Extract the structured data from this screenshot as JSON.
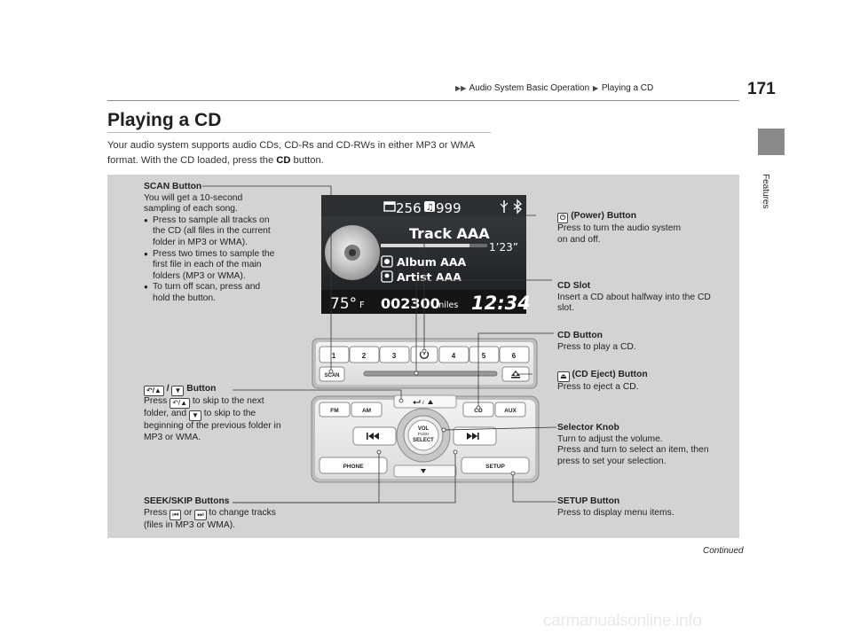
{
  "header": {
    "breadcrumb_1": "Audio System Basic Operation",
    "breadcrumb_2": "Playing a CD",
    "page_number": "171",
    "side_tab": "Features"
  },
  "section": {
    "title": "Playing a CD",
    "intro_1": "Your audio system supports audio CDs, CD-Rs and CD-RWs in either MP3 or WMA format. With the CD loaded, press the ",
    "intro_cd": "CD",
    "intro_2": " button."
  },
  "display": {
    "folder_count": "256",
    "track_count": "999",
    "track_title": "Track AAA",
    "elapsed_time": "1’23”",
    "album": "Album AAA",
    "artist": "Artist AAA",
    "temperature": "75°",
    "temperature_unit": "F",
    "odometer": "002300",
    "odometer_unit": "miles",
    "clock": "12:34"
  },
  "panel": {
    "presets": [
      "1",
      "2",
      "3",
      "4",
      "5",
      "6"
    ],
    "scan": "SCAN",
    "fm": "FM",
    "am": "AM",
    "cd": "CD",
    "aux": "AUX",
    "vol": "VOL",
    "push": "PUSH",
    "select": "SELECT",
    "phone": "PHONE",
    "setup": "SETUP"
  },
  "callouts": {
    "scan": {
      "head": "SCAN Button",
      "text": "You will get a 10-second sampling of each song.",
      "bullets": [
        "Press to sample all tracks on the CD (all files in the current folder in MP3 or WMA).",
        "Press two times to sample the first file in each of the main folders (MP3 or WMA).",
        "To turn off scan, press and hold the button."
      ]
    },
    "folder": {
      "head_sep": "/",
      "head_suffix": "Button",
      "text_press": "Press",
      "text_1": "to skip to the next folder, and",
      "text_2": "to skip to the beginning of the previous folder in MP3 or WMA."
    },
    "seek": {
      "head": "SEEK/SKIP Buttons",
      "text_press": "Press",
      "text_or": "or",
      "text_end": "to change tracks (files in MP3 or WMA)."
    },
    "power": {
      "head": "(Power) Button",
      "text": "Press to turn the audio system on and off."
    },
    "cd_slot": {
      "head": "CD Slot",
      "text": "Insert a CD about halfway into the CD slot."
    },
    "cd_button": {
      "head": "CD Button",
      "text": "Press to play a CD."
    },
    "eject": {
      "head": "(CD Eject) Button",
      "text": "Press to eject a CD."
    },
    "selector": {
      "head": "Selector Knob",
      "text_1": "Turn to adjust the volume.",
      "text_2": "Press and turn to select an item, then press to set your selection."
    },
    "setup": {
      "head": "SETUP Button",
      "text": "Press to display menu items."
    }
  },
  "footer": {
    "continued": "Continued",
    "watermark": "carmanualsonline.info"
  }
}
